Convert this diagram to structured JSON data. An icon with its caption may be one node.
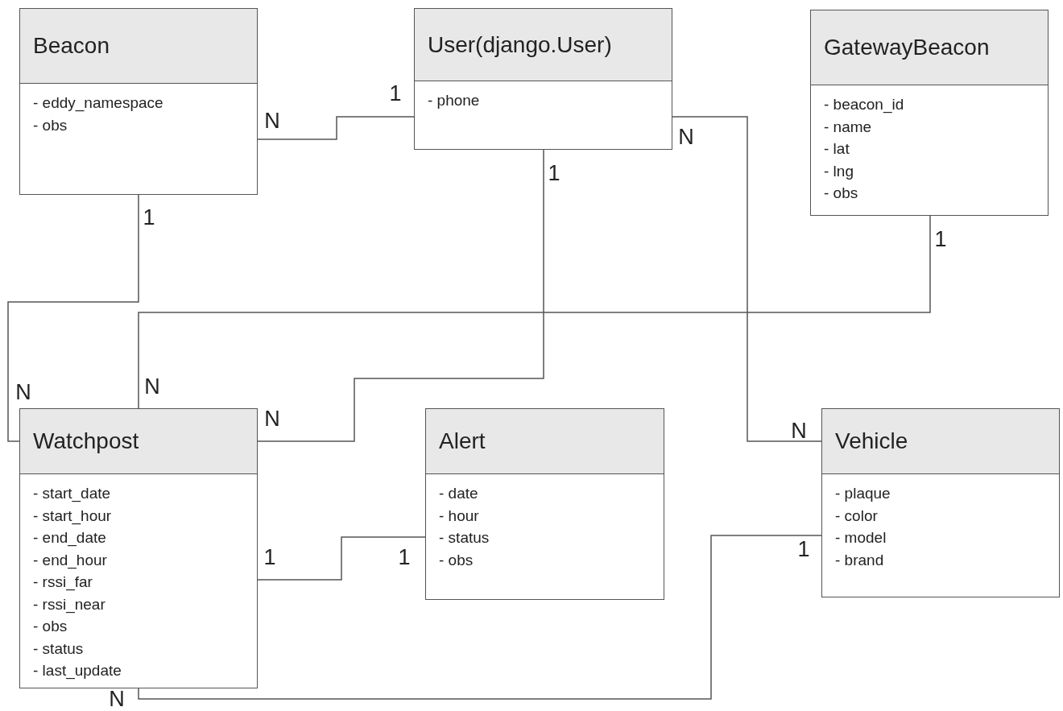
{
  "diagram": {
    "nodes": [
      {
        "text": [
          "Beacon",
          "- eddy_namespace",
          "- obs"
        ]
      },
      {
        "text": [
          "User(django.User)",
          "- phone"
        ]
      },
      {
        "text": [
          "GatewayBeacon",
          "- beacon_id",
          "- name",
          "- lat",
          "- lng",
          "- obs"
        ]
      },
      {
        "text": [
          "Watchpost",
          "- start_date",
          "- start_hour",
          "- end_date",
          "- end_hour",
          "- rssi_far",
          "- rssi_near",
          "- obs",
          "- status",
          "- last_update"
        ]
      },
      {
        "text": [
          "Alert",
          "- date",
          "- hour",
          "- status",
          "- obs"
        ]
      },
      {
        "text": [
          "Vehicle",
          "- plaque",
          "- color",
          "- model",
          "- brand"
        ]
      }
    ],
    "edges": [
      {
        "from": 0,
        "to": 1,
        "arrow": "none"
      },
      {
        "from": 1,
        "to": 5,
        "arrow": "none"
      },
      {
        "from": 1,
        "to": 3,
        "arrow": "none"
      },
      {
        "from": 0,
        "to": 3,
        "arrow": "none"
      },
      {
        "from": 2,
        "to": 3,
        "arrow": "none"
      },
      {
        "from": 3,
        "to": 4,
        "arrow": "none"
      },
      {
        "from": 5,
        "to": 3,
        "arrow": "none"
      }
    ],
    "labels": [
      "1",
      "N",
      "N",
      "1",
      "1",
      "1",
      "N",
      "N",
      "N",
      "N",
      "1",
      "1",
      "1",
      "N"
    ]
  }
}
